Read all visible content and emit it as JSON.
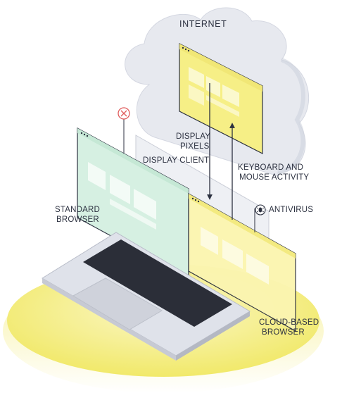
{
  "labels": {
    "internet": "INTERNET",
    "display_pixels_line1": "DISPLAY",
    "display_pixels_line2": "PIXELS",
    "display_client": "DISPLAY CLIENT",
    "keyboard_line1": "KEYBOARD AND",
    "keyboard_line2": "MOUSE ACTIVITY",
    "antivirus": "ANTIVIRUS",
    "standard_browser_line1": "STANDARD",
    "standard_browser_line2": "BROWSER",
    "cloud_browser_line1": "CLOUD-BASED",
    "cloud_browser_line2": "BROWSER"
  },
  "colors": {
    "cloud_fill": "#e6e8ef",
    "yellow_panel": "#f6ef86",
    "green_panel": "#cfeede",
    "base_disc": "#f4ee8a",
    "outline": "#2c3140",
    "blocked": "#e05a5a"
  },
  "icons": [
    "blocked-icon",
    "bug-icon",
    "gamepad-icon",
    "shirt-icon"
  ]
}
